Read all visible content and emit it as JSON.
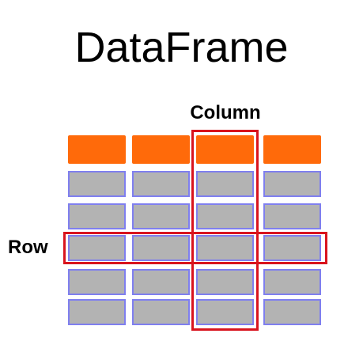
{
  "title": "DataFrame",
  "column_label": "Column",
  "row_label": "Row",
  "colors": {
    "header_fill": "#ff6a0a",
    "cell_fill": "#b3b3b3",
    "cell_border": "#7f7fef",
    "highlight": "#d9141e",
    "text": "#000000"
  },
  "grid": {
    "columns": 4,
    "body_rows": 5,
    "highlighted_column": 3,
    "highlighted_row": 3
  }
}
